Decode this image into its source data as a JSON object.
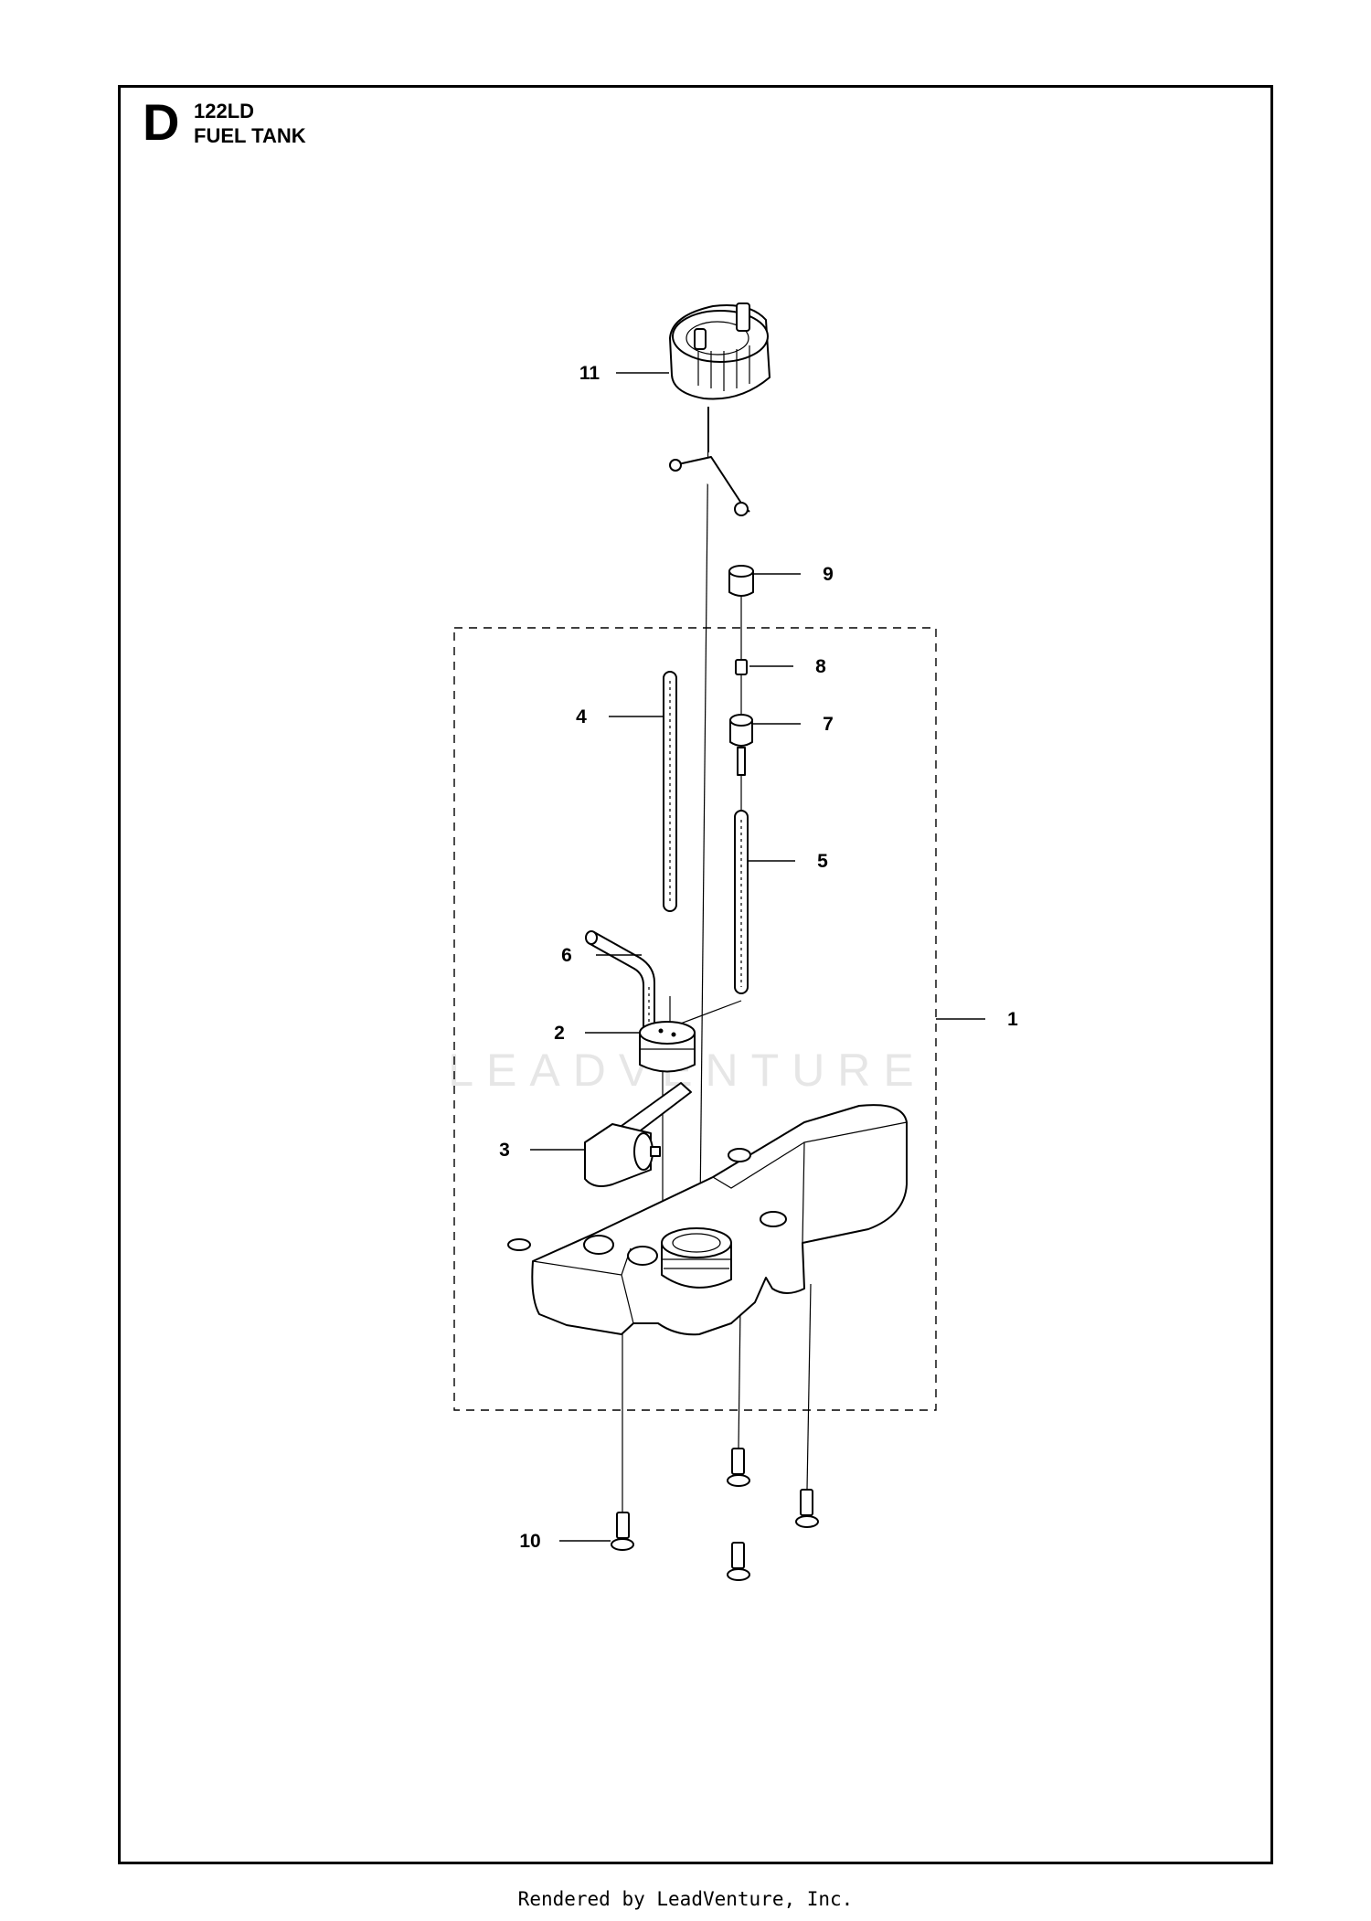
{
  "header": {
    "section_letter": "D",
    "model": "122LD",
    "title": "FUEL TANK"
  },
  "callouts": [
    "1",
    "2",
    "3",
    "4",
    "5",
    "6",
    "7",
    "8",
    "9",
    "10",
    "11"
  ],
  "watermark": "LEADVENTURE",
  "footer": "Rendered by LeadVenture, Inc."
}
